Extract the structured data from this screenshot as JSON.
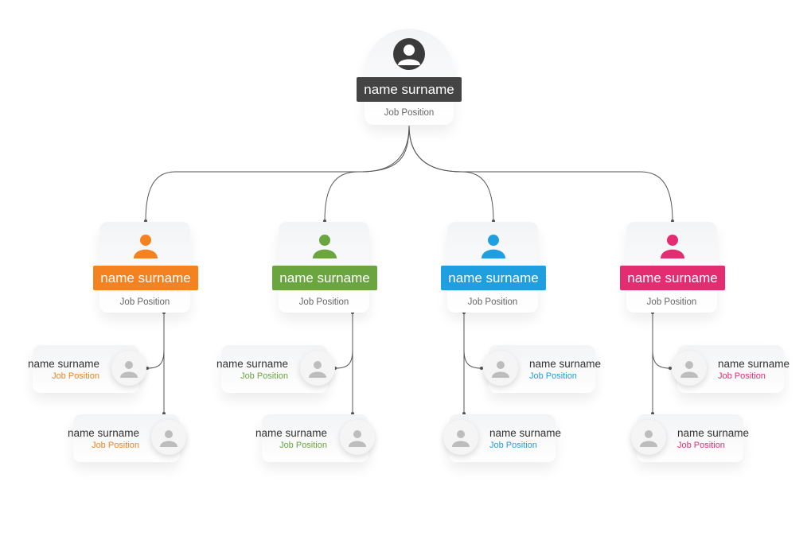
{
  "colors": {
    "orange": "#f58220",
    "green": "#6aa53f",
    "blue": "#1f9ee0",
    "pink": "#e42d71",
    "dark": "#444444"
  },
  "root": {
    "name": "name surname",
    "position": "Job Position",
    "icon": "user-icon"
  },
  "managers": [
    {
      "name": "name surname",
      "position": "Job Position",
      "color": "#f58220",
      "icon": "user-icon",
      "members": [
        {
          "name": "name surname",
          "position": "Job Position"
        },
        {
          "name": "name surname",
          "position": "Job Position"
        }
      ]
    },
    {
      "name": "name surname",
      "position": "Job Position",
      "color": "#6aa53f",
      "icon": "user-icon",
      "members": [
        {
          "name": "name surname",
          "position": "Job Position"
        },
        {
          "name": "name surname",
          "position": "Job Position"
        }
      ]
    },
    {
      "name": "name surname",
      "position": "Job Position",
      "color": "#1f9ee0",
      "icon": "user-icon",
      "members": [
        {
          "name": "name surname",
          "position": "Job Position"
        },
        {
          "name": "name surname",
          "position": "Job Position"
        }
      ]
    },
    {
      "name": "name surname",
      "position": "Job Position",
      "color": "#e42d71",
      "icon": "user-icon",
      "members": [
        {
          "name": "name surname",
          "position": "Job Position"
        },
        {
          "name": "name surname",
          "position": "Job Position"
        }
      ]
    }
  ]
}
